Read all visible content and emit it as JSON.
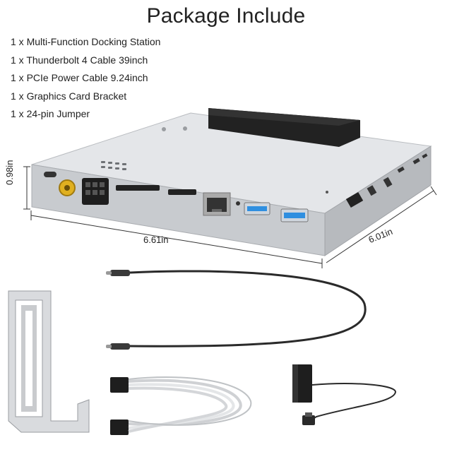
{
  "title": "Package Include",
  "items": [
    "1 x Multi-Function Docking Station",
    "1 x Thunderbolt 4 Cable 39inch",
    "1 x PCIe Power Cable 9.24inch",
    "1 x Graphics Card Bracket",
    "1 x 24-pin Jumper"
  ],
  "dimensions": {
    "height": "0.98in",
    "width": "6.61in",
    "depth": "6.01in"
  },
  "colors": {
    "dock_body": "#c9ccd0",
    "dock_top": "#e3e5e8",
    "pcie_slot": "#222222",
    "usb_blue": "#2f8fe0",
    "dc_port": "#e0b020",
    "cable": "#2a2a2a",
    "bracket": "#d9dbde",
    "power_cable": "#e8e8e8"
  },
  "icons": [
    "docking-station",
    "thunderbolt-cable",
    "graphics-card-bracket",
    "pcie-power-cable",
    "24-pin-jumper"
  ]
}
